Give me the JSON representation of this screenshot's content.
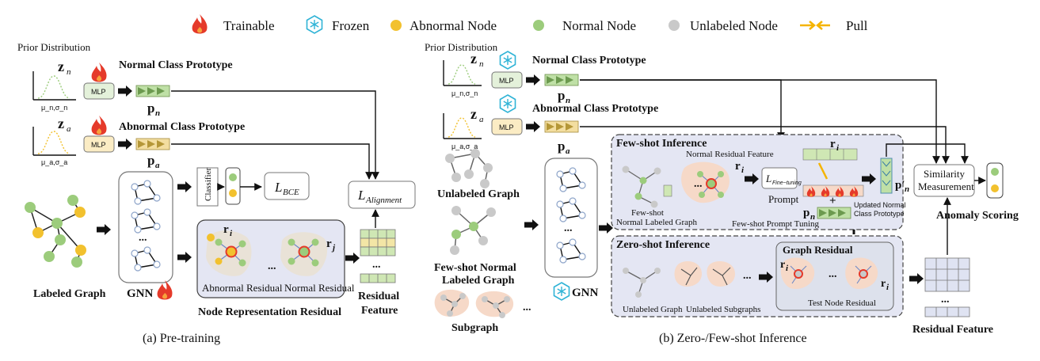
{
  "legend": {
    "trainable": "Trainable",
    "frozen": "Frozen",
    "abnormal_node": "Abnormal Node",
    "normal_node": "Normal Node",
    "unlabeled_node": "Unlabeled Node",
    "pull": "Pull"
  },
  "colors": {
    "abnormal": "#f2c12e",
    "normal": "#9ccc7c",
    "unlabeled": "#c9c9c9",
    "flame": "#e53a2a",
    "frozen": "#2fb3d6",
    "panel": "#e4e6f3",
    "blob": "#f6d9c8"
  },
  "pretrain": {
    "prior": "Prior Distribution",
    "zn": "z",
    "zn_sub": "n",
    "za": "z",
    "za_sub": "a",
    "mu_sigma_n": "μ_n,σ_n",
    "mu_sigma_a": "μ_a,σ_a",
    "mlp": "MLP",
    "normal_proto": "Normal Class Prototype",
    "abnormal_proto": "Abnormal Class Prototype",
    "pn": "p",
    "pn_sub": "n",
    "pa": "p",
    "pa_sub": "a",
    "classifier": "Classifier",
    "lbce": "L",
    "lbce_sub": "BCE",
    "lalign": "L",
    "lalign_sub": "Alignment",
    "labeled_graph": "Labeled Graph",
    "gnn": "GNN",
    "ri": "r",
    "ri_sub": "i",
    "rj": "r",
    "rj_sub": "j",
    "abnormal_residual": "Abnormal Residual",
    "normal_residual": "Normal Residual",
    "node_rep_residual": "Node Representation Residual",
    "residual_feature_1": "Residual",
    "residual_feature_2": "Feature",
    "dots": "...",
    "caption": "(a) Pre-training"
  },
  "inference": {
    "prior": "Prior Distribution",
    "normal_proto": "Normal Class  Prototype",
    "abnormal_proto": "Abnormal Class Prototype",
    "mlp": "MLP",
    "unlabeled_graph": "Unlabeled Graph",
    "fewshot_normal_1": "Few-shot Normal",
    "fewshot_normal_2": "Labeled Graph",
    "subgraph": "Subgraph",
    "gnn": "GNN",
    "fewshot_title": "Few-shot Inference",
    "normal_residual_feature": "Normal Residual Feature",
    "fewshot_graph_1": "Few-shot",
    "fewshot_graph_2": "Normal Labeled Graph",
    "lfine": "L",
    "lfine_sub": "Fine−tuning",
    "prompt": "Prompt",
    "prompt_tuning": "Few-shot Prompt Tuning",
    "updated_1": "Updated Normal",
    "updated_2": "Class Prototype",
    "pn_prime": "p′",
    "pn_prime_sub": "n",
    "zeroshot_title": "Zero-shot Inference",
    "graph_residual": "Graph Residual",
    "unlabeled_graph_small": "Unlabeled Graph",
    "unlabeled_subgraphs": "Unlabeled Subgraphs",
    "test_node_residual": "Test Node Residual",
    "similarity_1": "Similarity",
    "similarity_2": "Measurement",
    "anomaly_scoring": "Anomaly Scoring",
    "residual_feature": "Residual Feature",
    "caption": "(b) Zero-/Few-shot Inference"
  }
}
